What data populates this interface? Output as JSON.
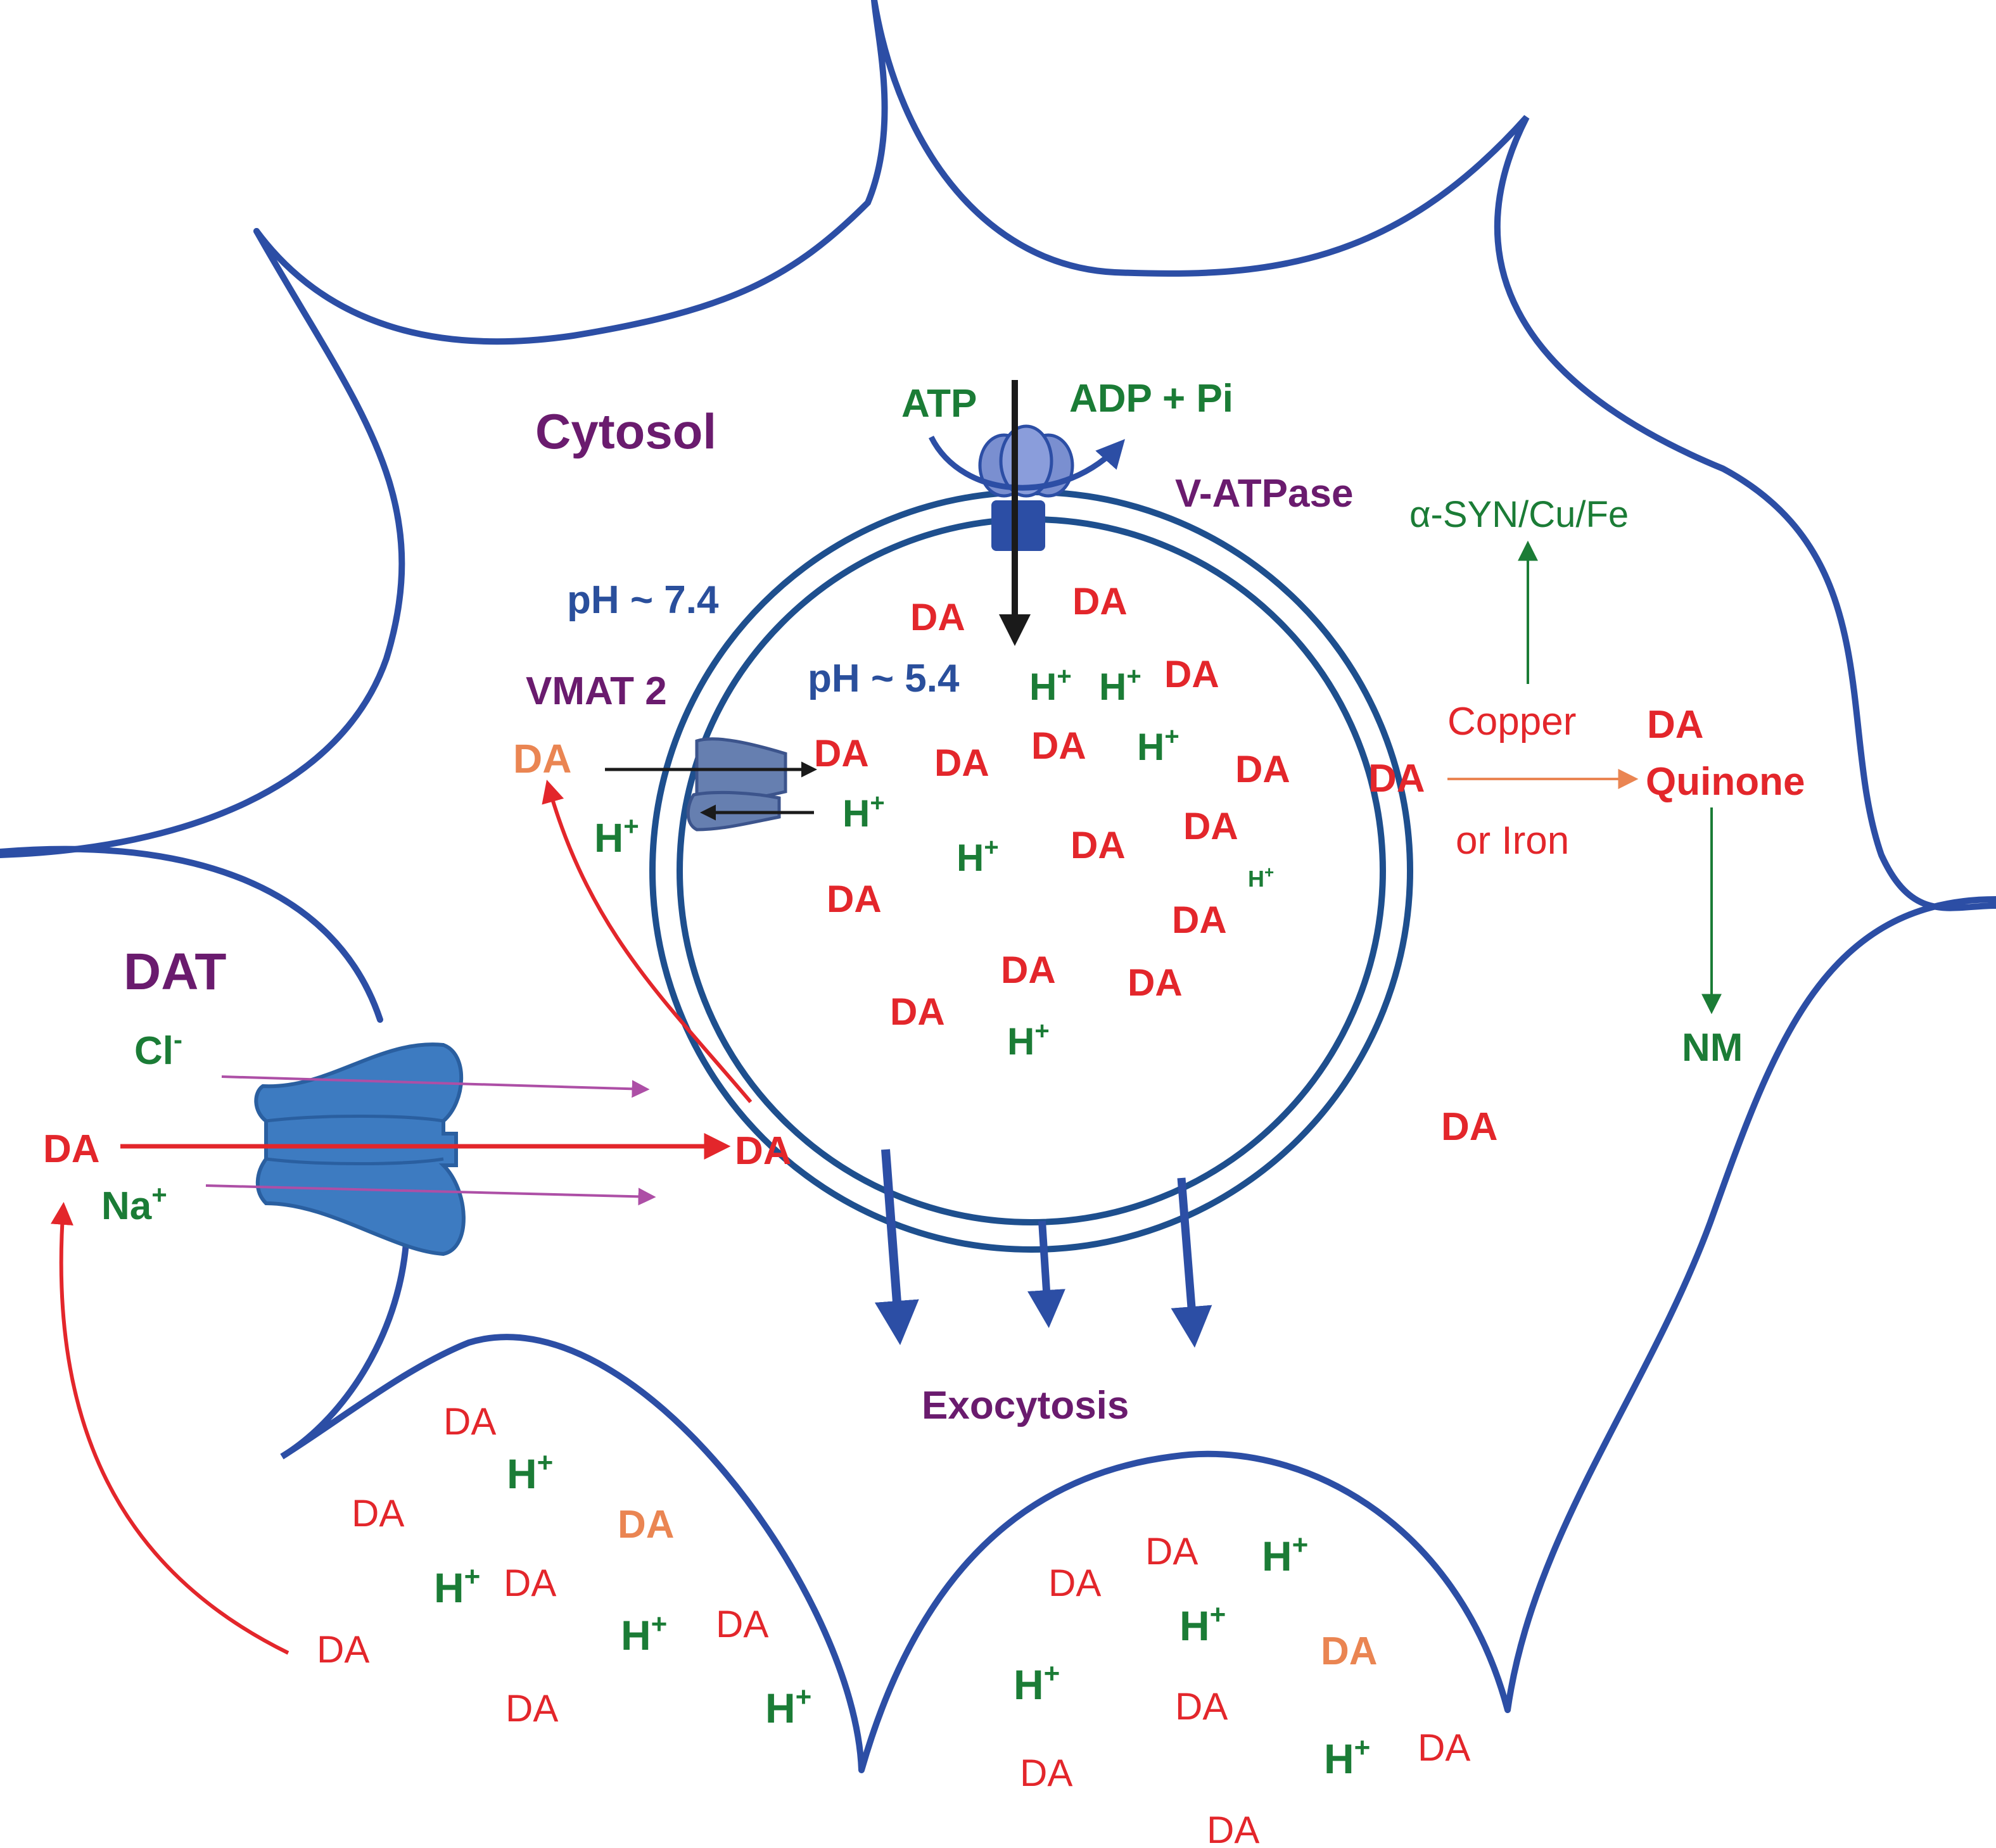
{
  "labels": {
    "cytosol": "Cytosol",
    "atp": "ATP",
    "adp_pi": "ADP + Pi",
    "v_atpase": "V-ATPase",
    "syn_cu_fe": "α-SYN/Cu/Fe",
    "ph_cytosol": "pH ~ 7.4",
    "ph_vesicle": "pH ~ 5.4",
    "vmat2": "VMAT 2",
    "dat": "DAT",
    "copper": "Copper",
    "or_iron": "or Iron",
    "da_quinone_line1": "DA",
    "da_quinone_line2": "Quinone",
    "nm": "NM",
    "exocytosis": "Exocytosis"
  },
  "ions": {
    "h": "H",
    "plus": "+",
    "cl": "Cl",
    "minus": "-",
    "na": "Na"
  },
  "da_text": "DA",
  "colors": {
    "membrane": "#2c4ea5",
    "vesicle": "#1e4f8e",
    "da_red": "#e3262b",
    "da_orange": "#ea8552",
    "ion_green": "#1b7c36",
    "label_purple": "#6a1b6e",
    "ph_blue": "#2a4f9c",
    "transporter_blue": "#3d7bc1",
    "vmat_blue": "#667fb0",
    "ion_arrow_purple": "#ad4fa6",
    "arrow_black": "#1a1a1a"
  }
}
